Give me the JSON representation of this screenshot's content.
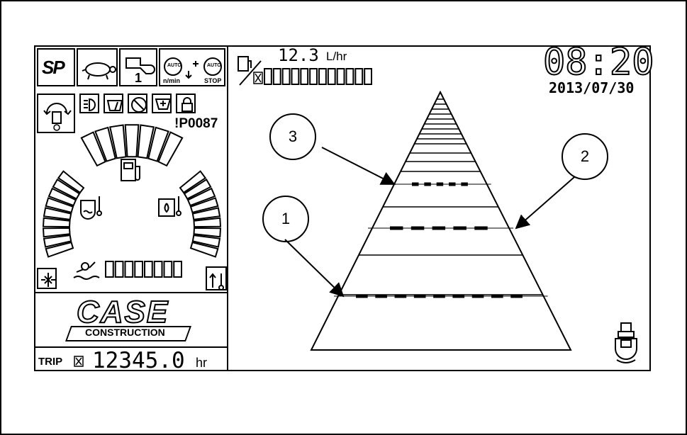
{
  "status_icons": {
    "speed_mode": "SP",
    "travel_mode_icon": "turtle-icon",
    "work_mode_icon": "work-mode-icon",
    "work_mode_value": "1",
    "auto_idle_label": "AUTO",
    "auto_idle_unit": "n/min",
    "auto_stop_label": "AUTO",
    "auto_stop_sub": "STOP"
  },
  "warnings": {
    "fault_code": "!P0087"
  },
  "fuel_rate": {
    "value": "12.3",
    "unit": "L/hr",
    "segments_total": 12
  },
  "clock": {
    "time": "08:20",
    "date": "2013/07/30"
  },
  "gauges": {
    "fuel_level_fraction": 1.0,
    "coolant_temp_fraction": 1.0,
    "hydraulic_temp_fraction": 1.0,
    "attachment_flow_segments": 8
  },
  "brand": {
    "logo": "CASE",
    "sub": "CONSTRUCTION"
  },
  "trip": {
    "label": "TRIP",
    "value": "12345.0",
    "unit": "hr"
  },
  "callouts": [
    {
      "number": "1"
    },
    {
      "number": "2"
    },
    {
      "number": "3"
    }
  ]
}
